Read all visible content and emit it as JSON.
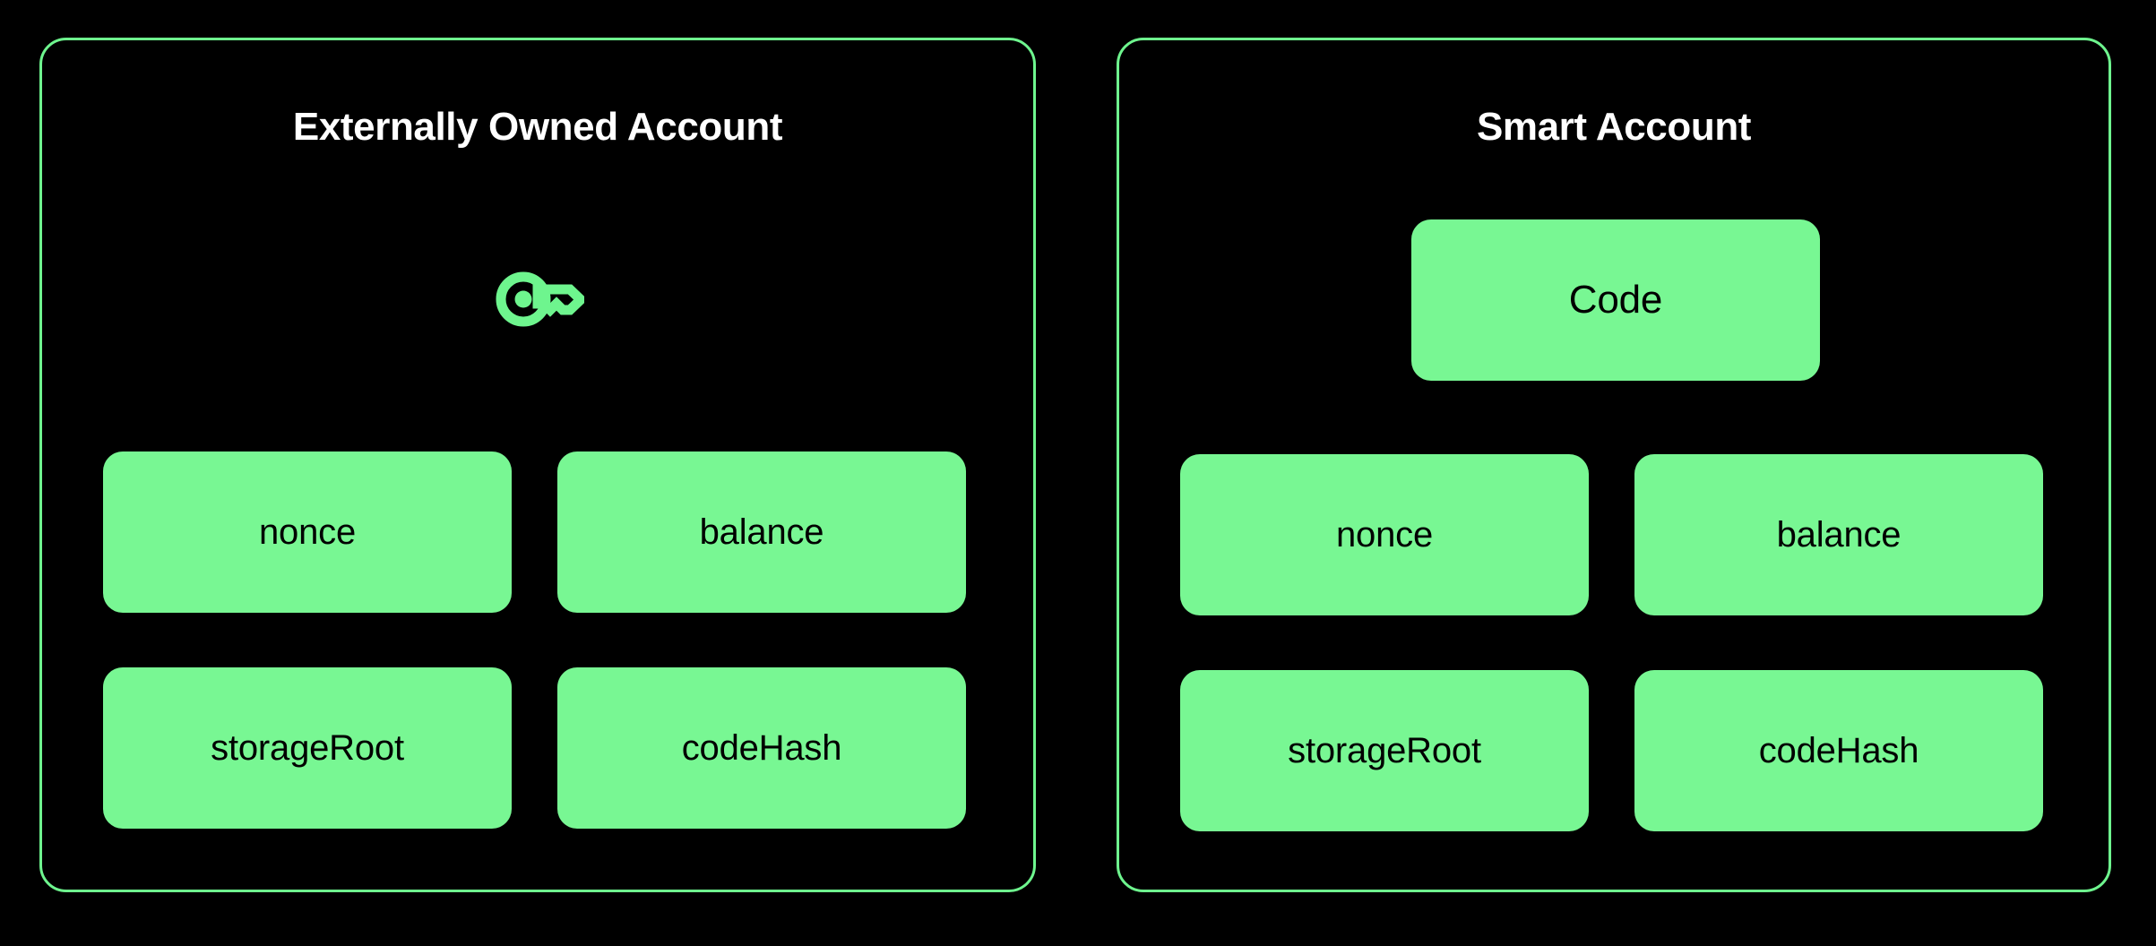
{
  "background_color": "#000000",
  "accent_green": "#78F793",
  "border_green": "#6EF58E",
  "title_color": "#FFFFFF",
  "box_text_color": "#000000",
  "panels": [
    {
      "id": "externally-owned-account",
      "title": "Externally Owned Account",
      "icon": "key-icon",
      "fields": [
        {
          "label": "nonce"
        },
        {
          "label": "balance"
        },
        {
          "label": "storageRoot"
        },
        {
          "label": "codeHash"
        }
      ]
    },
    {
      "id": "smart-account",
      "title": "Smart Account",
      "code_field": {
        "label": "Code"
      },
      "fields": [
        {
          "label": "nonce"
        },
        {
          "label": "balance"
        },
        {
          "label": "storageRoot"
        },
        {
          "label": "codeHash"
        }
      ]
    }
  ]
}
